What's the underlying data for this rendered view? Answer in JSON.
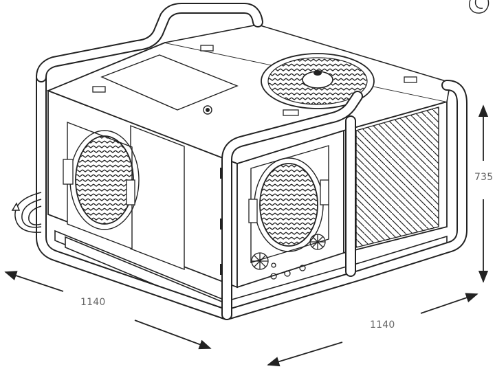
{
  "dimensions": {
    "width_left": "1140",
    "width_right": "1140",
    "height": "735"
  },
  "colors": {
    "line": "#222222",
    "dimension_text": "#666666",
    "background": "#ffffff"
  }
}
